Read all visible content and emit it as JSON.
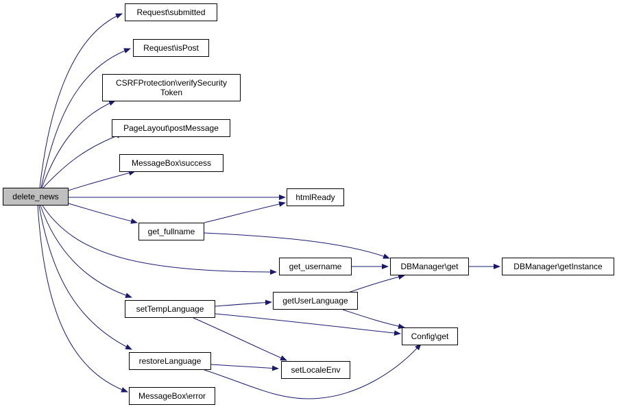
{
  "colors": {
    "edge": "#191970",
    "root_fill": "#bfbfbf",
    "node_fill": "#ffffff",
    "border": "#000000"
  },
  "nodes": {
    "delete_news": "delete_news",
    "request_submitted": "Request\\submitted",
    "request_ispost": "Request\\isPost",
    "csrf_verify_line1": "CSRFProtection\\verifySecurity",
    "csrf_verify_line2": "Token",
    "pagelayout_postmessage": "PageLayout\\postMessage",
    "messagebox_success": "MessageBox\\success",
    "htmlready": "htmlReady",
    "get_fullname": "get_fullname",
    "get_username": "get_username",
    "dbmanager_get": "DBManager\\get",
    "dbmanager_getinstance": "DBManager\\getInstance",
    "settemplanguage": "setTempLanguage",
    "getuserlanguage": "getUserLanguage",
    "config_get": "Config\\get",
    "restorelanguage": "restoreLanguage",
    "setlocaleenv": "setLocaleEnv",
    "messagebox_error": "MessageBox\\error"
  },
  "edges": [
    [
      "delete_news",
      "request_submitted"
    ],
    [
      "delete_news",
      "request_ispost"
    ],
    [
      "delete_news",
      "csrf_verify"
    ],
    [
      "delete_news",
      "pagelayout_postmessage"
    ],
    [
      "delete_news",
      "messagebox_success"
    ],
    [
      "delete_news",
      "htmlready"
    ],
    [
      "delete_news",
      "get_fullname"
    ],
    [
      "delete_news",
      "get_username"
    ],
    [
      "delete_news",
      "settemplanguage"
    ],
    [
      "delete_news",
      "restorelanguage"
    ],
    [
      "delete_news",
      "messagebox_error"
    ],
    [
      "get_fullname",
      "htmlready"
    ],
    [
      "get_fullname",
      "dbmanager_get"
    ],
    [
      "get_username",
      "dbmanager_get"
    ],
    [
      "dbmanager_get",
      "dbmanager_getinstance"
    ],
    [
      "settemplanguage",
      "getuserlanguage"
    ],
    [
      "settemplanguage",
      "config_get"
    ],
    [
      "settemplanguage",
      "setlocaleenv"
    ],
    [
      "getuserlanguage",
      "dbmanager_get"
    ],
    [
      "getuserlanguage",
      "config_get"
    ],
    [
      "restorelanguage",
      "setlocaleenv"
    ],
    [
      "restorelanguage",
      "config_get"
    ]
  ]
}
